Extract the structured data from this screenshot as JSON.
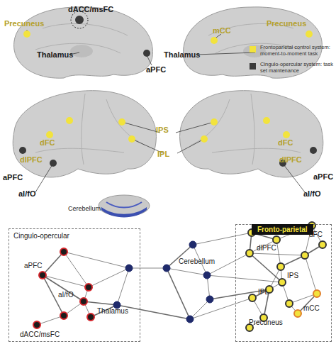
{
  "diagram": {
    "nodes": [
      {
        "text": [
          "Cingulo-opercular"
        ]
      },
      {
        "text": [
          "Fronto-parietal"
        ]
      }
    ],
    "labels": [
      "dACC/msFC",
      "Precuneus",
      "Thalamus",
      "aPFC",
      "mCC",
      "Precuneus",
      "Thalamus",
      "dFC",
      "dlPFC",
      "aPFC",
      "aI/fO",
      "IPS",
      "IPL",
      "dFC",
      "dlPFC",
      "aPFC",
      "aI/fO",
      "Cerebellum",
      "aPFC",
      "aI/fO",
      "Thalamus",
      "dACC/msFC",
      "Cerebellum",
      "dFC",
      "dlPFC",
      "IPS",
      "IPL",
      "mCC",
      "Precuneus"
    ],
    "legend": [
      {
        "text": "Frontoparietal control system: moment-to-moment task",
        "color": "#f2e33d"
      },
      {
        "text": "Cingulo-opercular system: task set maintenance",
        "color": "#3a3a3a"
      }
    ]
  }
}
